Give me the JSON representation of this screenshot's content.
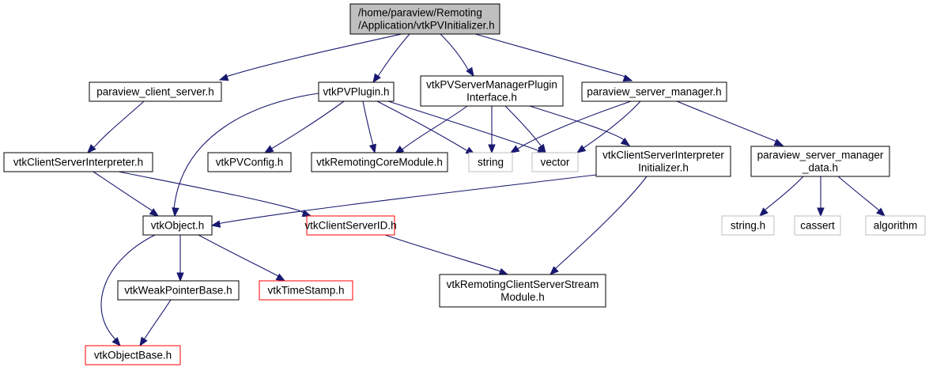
{
  "diagram": {
    "type": "include-dependency-graph",
    "colors": {
      "edge": "#191970",
      "root_fill": "#bfbfbf",
      "normal_border": "#000000",
      "external_border": "#bfbfbf",
      "missing_border": "#ff0000"
    },
    "nodes": [
      {
        "id": "root",
        "lines": [
          "/home/paraview/Remoting",
          "/Application/vtkPVInitializer.h"
        ],
        "kind": "root"
      },
      {
        "id": "pcs",
        "lines": [
          "paraview_client_server.h"
        ],
        "kind": "normal"
      },
      {
        "id": "plugin",
        "lines": [
          "vtkPVPlugin.h"
        ],
        "kind": "normal"
      },
      {
        "id": "smpi",
        "lines": [
          "vtkPVServerManagerPlugin",
          "Interface.h"
        ],
        "kind": "normal"
      },
      {
        "id": "psm",
        "lines": [
          "paraview_server_manager.h"
        ],
        "kind": "normal"
      },
      {
        "id": "csi",
        "lines": [
          "vtkClientServerInterpreter.h"
        ],
        "kind": "normal"
      },
      {
        "id": "config",
        "lines": [
          "vtkPVConfig.h"
        ],
        "kind": "normal"
      },
      {
        "id": "rcm",
        "lines": [
          "vtkRemotingCoreModule.h"
        ],
        "kind": "normal"
      },
      {
        "id": "string",
        "lines": [
          "string"
        ],
        "kind": "external"
      },
      {
        "id": "vector",
        "lines": [
          "vector"
        ],
        "kind": "external"
      },
      {
        "id": "csii",
        "lines": [
          "vtkClientServerInterpreter",
          "Initializer.h"
        ],
        "kind": "normal"
      },
      {
        "id": "psmd",
        "lines": [
          "paraview_server_manager",
          "_data.h"
        ],
        "kind": "normal"
      },
      {
        "id": "obj",
        "lines": [
          "vtkObject.h"
        ],
        "kind": "normal"
      },
      {
        "id": "csid",
        "lines": [
          "vtkClientServerID.h"
        ],
        "kind": "missing"
      },
      {
        "id": "stringh",
        "lines": [
          "string.h"
        ],
        "kind": "external"
      },
      {
        "id": "cassert",
        "lines": [
          "cassert"
        ],
        "kind": "external"
      },
      {
        "id": "algorithm",
        "lines": [
          "algorithm"
        ],
        "kind": "external"
      },
      {
        "id": "wpb",
        "lines": [
          "vtkWeakPointerBase.h"
        ],
        "kind": "normal"
      },
      {
        "id": "ts",
        "lines": [
          "vtkTimeStamp.h"
        ],
        "kind": "missing"
      },
      {
        "id": "rcss",
        "lines": [
          "vtkRemotingClientServerStream",
          "Module.h"
        ],
        "kind": "normal"
      },
      {
        "id": "objbase",
        "lines": [
          "vtkObjectBase.h"
        ],
        "kind": "missing"
      }
    ],
    "edges": [
      [
        "root",
        "pcs"
      ],
      [
        "root",
        "plugin"
      ],
      [
        "root",
        "smpi"
      ],
      [
        "root",
        "psm"
      ],
      [
        "pcs",
        "csi"
      ],
      [
        "plugin",
        "obj"
      ],
      [
        "plugin",
        "config"
      ],
      [
        "plugin",
        "rcm"
      ],
      [
        "plugin",
        "string"
      ],
      [
        "plugin",
        "vector"
      ],
      [
        "smpi",
        "rcm"
      ],
      [
        "smpi",
        "string"
      ],
      [
        "smpi",
        "vector"
      ],
      [
        "smpi",
        "csii"
      ],
      [
        "psm",
        "string"
      ],
      [
        "psm",
        "vector"
      ],
      [
        "psm",
        "psmd"
      ],
      [
        "csi",
        "obj"
      ],
      [
        "csi",
        "csid"
      ],
      [
        "csii",
        "obj"
      ],
      [
        "csii",
        "rcss"
      ],
      [
        "psmd",
        "stringh"
      ],
      [
        "psmd",
        "cassert"
      ],
      [
        "psmd",
        "algorithm"
      ],
      [
        "obj",
        "objbase"
      ],
      [
        "obj",
        "wpb"
      ],
      [
        "obj",
        "ts"
      ],
      [
        "csid",
        "rcss"
      ],
      [
        "wpb",
        "objbase"
      ]
    ]
  }
}
